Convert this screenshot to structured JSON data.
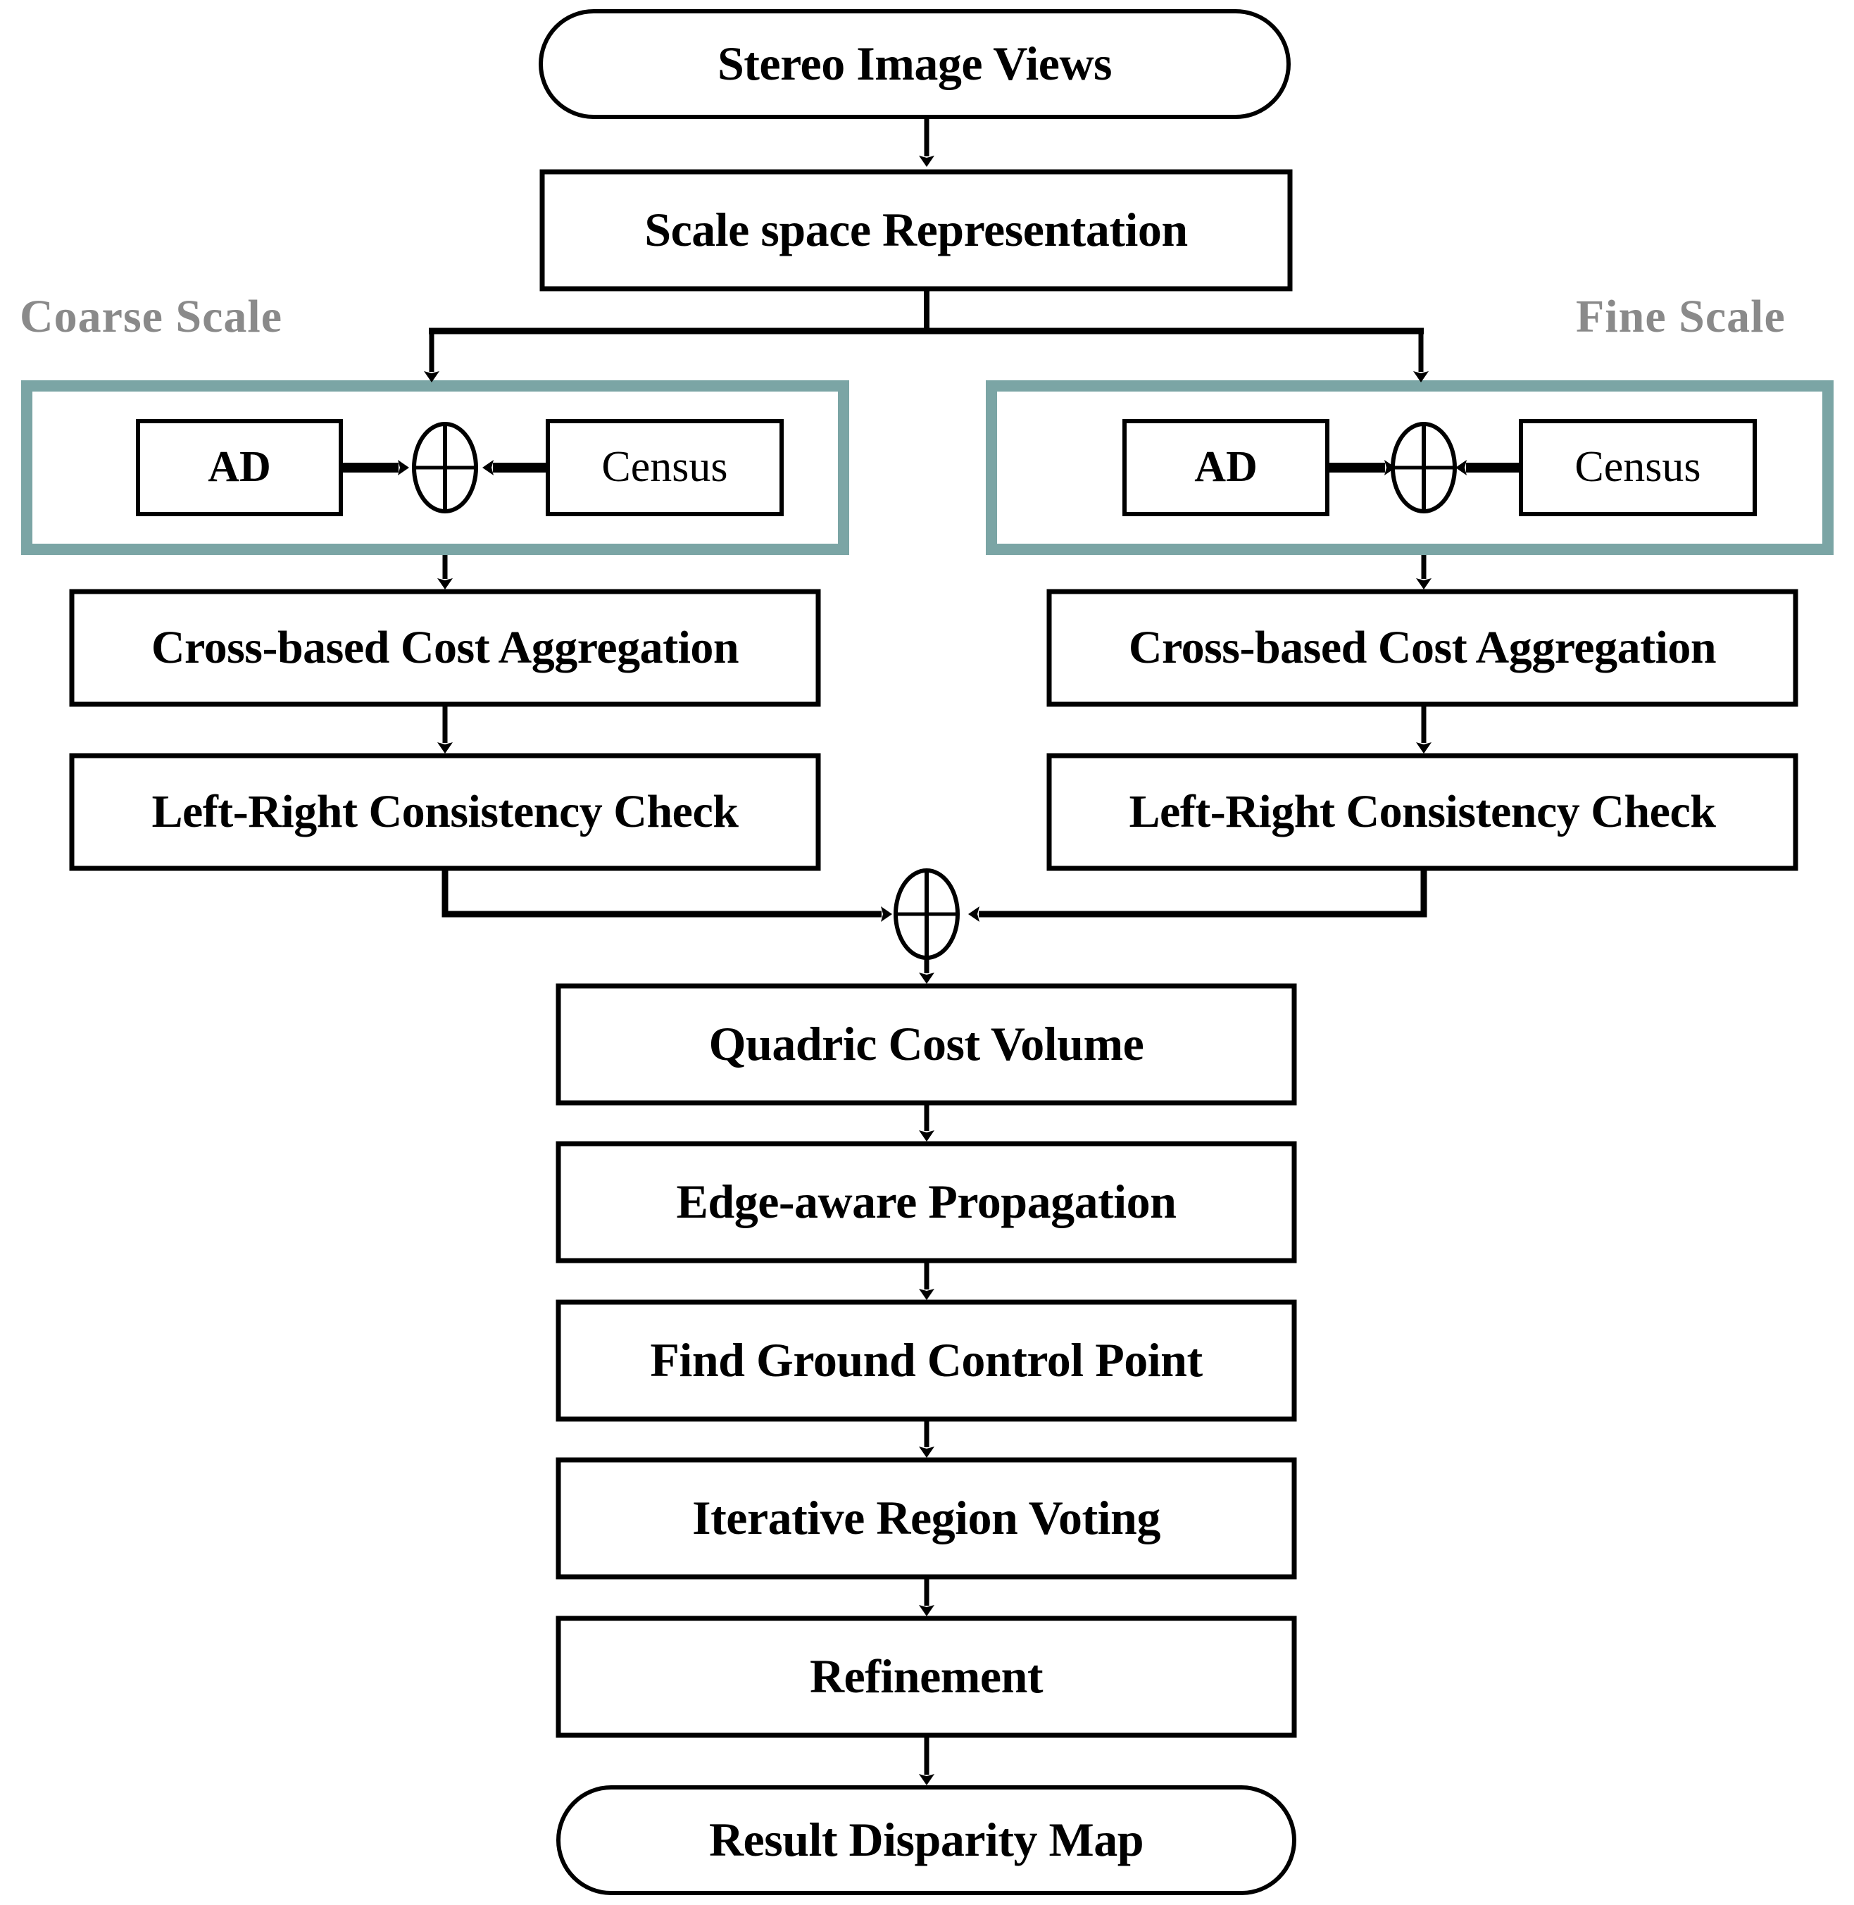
{
  "figure": {
    "type": "flowchart",
    "orientation": "top-to-bottom",
    "background_color": "#ffffff",
    "accent_color": "#7ba5a5",
    "stroke_color": "#000000",
    "caption_color": "#8a8a8a"
  },
  "captions": {
    "coarse": "Coarse Scale",
    "fine": "Fine Scale"
  },
  "nodes": {
    "start": {
      "label": "Stereo Image Views",
      "shape": "stadium"
    },
    "scale_space": {
      "label": "Scale space Representation",
      "shape": "rect"
    },
    "coarse_ad": {
      "label": "AD",
      "shape": "rect"
    },
    "coarse_census": {
      "label": "Census",
      "shape": "rect"
    },
    "coarse_aggregation": {
      "label": "Cross-based Cost Aggregation",
      "shape": "rect"
    },
    "coarse_lrcheck": {
      "label": "Left-Right Consistency Check",
      "shape": "rect"
    },
    "fine_ad": {
      "label": "AD",
      "shape": "rect"
    },
    "fine_census": {
      "label": "Census",
      "shape": "rect"
    },
    "fine_aggregation": {
      "label": "Cross-based Cost Aggregation",
      "shape": "rect"
    },
    "fine_lrcheck": {
      "label": "Left-Right Consistency Check",
      "shape": "rect"
    },
    "quadric": {
      "label": "Quadric Cost Volume",
      "shape": "rect"
    },
    "edge_aware": {
      "label": "Edge-aware Propagation",
      "shape": "rect"
    },
    "ground_control": {
      "label": "Find Ground Control Point",
      "shape": "rect"
    },
    "region_voting": {
      "label": "Iterative Region Voting",
      "shape": "rect"
    },
    "refinement": {
      "label": "Refinement",
      "shape": "rect"
    },
    "result": {
      "label": "Result Disparity Map",
      "shape": "stadium"
    }
  },
  "operators": {
    "coarse_merge": {
      "symbol": "plus-circle",
      "name": "coarse-cost-combine"
    },
    "fine_merge": {
      "symbol": "plus-circle",
      "name": "fine-cost-combine"
    },
    "scale_merge": {
      "symbol": "plus-circle",
      "name": "cross-scale-combine"
    }
  },
  "edges": [
    {
      "from": "start",
      "to": "scale_space"
    },
    {
      "from": "scale_space",
      "to": "coarse_scale_group"
    },
    {
      "from": "scale_space",
      "to": "fine_scale_group"
    },
    {
      "from": "coarse_ad",
      "to": "coarse_merge"
    },
    {
      "from": "coarse_census",
      "to": "coarse_merge"
    },
    {
      "from": "coarse_scale_group",
      "to": "coarse_aggregation"
    },
    {
      "from": "coarse_aggregation",
      "to": "coarse_lrcheck"
    },
    {
      "from": "fine_ad",
      "to": "fine_merge"
    },
    {
      "from": "fine_census",
      "to": "fine_merge"
    },
    {
      "from": "fine_scale_group",
      "to": "fine_aggregation"
    },
    {
      "from": "fine_aggregation",
      "to": "fine_lrcheck"
    },
    {
      "from": "coarse_lrcheck",
      "to": "scale_merge"
    },
    {
      "from": "fine_lrcheck",
      "to": "scale_merge"
    },
    {
      "from": "scale_merge",
      "to": "quadric"
    },
    {
      "from": "quadric",
      "to": "edge_aware"
    },
    {
      "from": "edge_aware",
      "to": "ground_control"
    },
    {
      "from": "ground_control",
      "to": "region_voting"
    },
    {
      "from": "region_voting",
      "to": "refinement"
    },
    {
      "from": "refinement",
      "to": "result"
    }
  ]
}
